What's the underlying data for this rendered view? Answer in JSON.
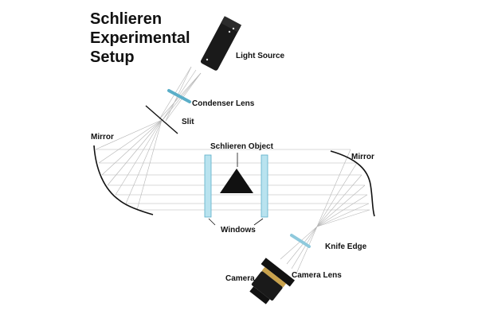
{
  "title": [
    "Schlieren",
    "Experimental",
    "Setup"
  ],
  "labels": {
    "light_source": "Light Source",
    "condenser_lens": "Condenser Lens",
    "slit": "Slit",
    "mirror_left": "Mirror",
    "schlieren_object": "Schlieren Object",
    "mirror_right": "Mirror",
    "windows": "Windows",
    "knife_edge": "Knife Edge",
    "camera": "Camera",
    "camera_lens": "Camera Lens"
  },
  "colors": {
    "ink": "#111111",
    "ray": "#b5b5b5",
    "glass": "#b9e3ef",
    "glass_edge": "#5aaec8",
    "lens": "#8ec9dc",
    "camera_ring": "#c9a24c"
  }
}
